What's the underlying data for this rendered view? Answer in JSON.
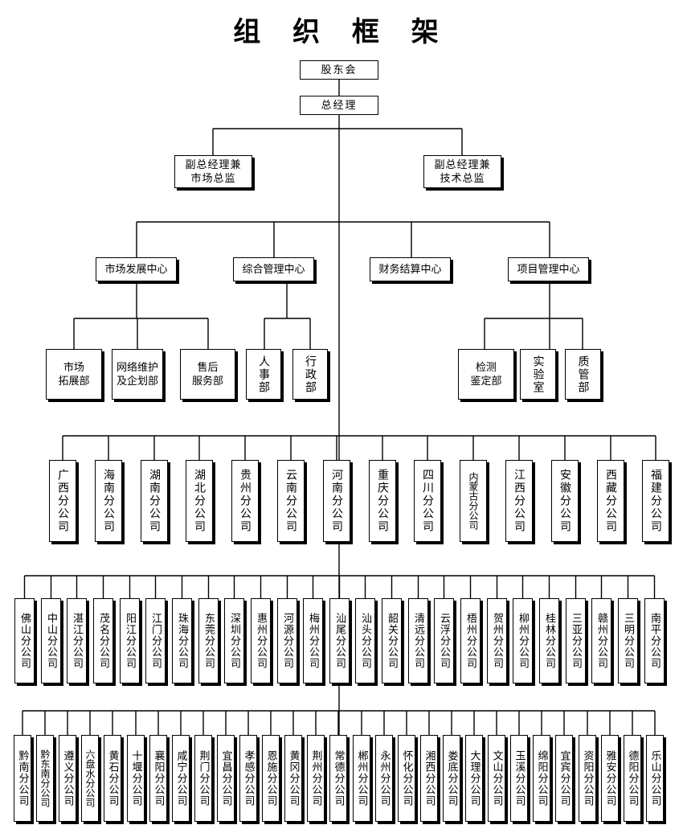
{
  "title": "组 织 框 架",
  "top": {
    "shareholders": "股东会",
    "gm": "总经理",
    "vp_market": "副总经理兼\n市场总监",
    "vp_tech": "副总经理兼\n技术总监"
  },
  "centers": {
    "market": "市场发展中心",
    "admin": "综合管理中心",
    "finance": "财务结算中心",
    "project": "项目管理中心"
  },
  "departments": {
    "market_expand": "市场\n拓展部",
    "network": "网络维护\n及企划部",
    "after_sales": "售后\n服务部",
    "hr": "人事部",
    "admin": "行政部",
    "inspection": "检测\n鉴定部",
    "lab": "实验室",
    "quality": "质管部"
  },
  "provinces": [
    "广西分公司",
    "海南分公司",
    "湖南分公司",
    "湖北分公司",
    "贵州分公司",
    "云南分公司",
    "河南分公司",
    "重庆分公司",
    "四川分公司",
    "内蒙古分公司",
    "江西分公司",
    "安徽分公司",
    "西藏分公司",
    "福建分公司"
  ],
  "branches_row1": [
    "佛山分公司",
    "中山分公司",
    "湛江分公司",
    "茂名分公司",
    "阳江分公司",
    "江门分公司",
    "珠海分公司",
    "东莞分公司",
    "深圳分公司",
    "惠州分公司",
    "河源分公司",
    "梅州分公司",
    "汕尾分公司",
    "汕头分公司",
    "韶关分公司",
    "清远分公司",
    "云浮分公司",
    "梧州分公司",
    "贺州分公司",
    "柳州分公司",
    "桂林分公司",
    "三亚分公司",
    "赣州分公司",
    "三明分公司",
    "南平分公司"
  ],
  "branches_row2": [
    "黔南分公司",
    "黔东南分公司",
    "遵义分公司",
    "六盘水分公司",
    "黄石分公司",
    "十堰分公司",
    "襄阳分公司",
    "咸宁分公司",
    "荆门分公司",
    "宜昌分公司",
    "孝感分公司",
    "恩施分公司",
    "黄冈分公司",
    "荆州分公司",
    "常德分公司",
    "郴州分公司",
    "永州分公司",
    "怀化分公司",
    "湘西分公司",
    "娄底分公司",
    "大理分公司",
    "文山分公司",
    "玉溪分公司",
    "绵阳分公司",
    "宜宾分公司",
    "资阳分公司",
    "雅安分公司",
    "德阳分公司",
    "乐山分公司"
  ]
}
